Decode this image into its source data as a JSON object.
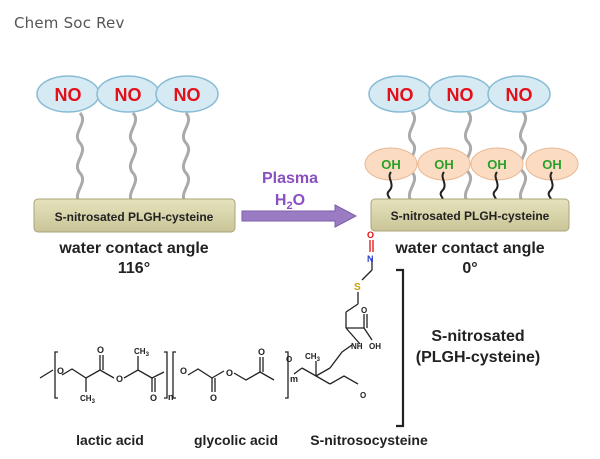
{
  "header": {
    "journal": "Chem Soc Rev"
  },
  "left_panel": {
    "no_labels": [
      "NO",
      "NO",
      "NO"
    ],
    "substrate_label": "S-nitrosated PLGH-cysteine",
    "angle_caption": "water contact angle",
    "angle_value": "116°"
  },
  "arrow": {
    "line1": "Plasma",
    "line2_main": "H",
    "line2_sub": "2",
    "line2_end": "O"
  },
  "right_panel": {
    "no_labels": [
      "NO",
      "NO",
      "NO"
    ],
    "oh_labels": [
      "OH",
      "OH",
      "OH",
      "OH"
    ],
    "substrate_label": "S-nitrosated PLGH-cysteine",
    "angle_caption": "water contact angle",
    "angle_value": "0°"
  },
  "structure": {
    "atoms": {
      "O": "O",
      "N": "N",
      "S": "S",
      "NH": "NH",
      "OH": "OH",
      "CH3": "CH",
      "sub3": "3",
      "n": "n",
      "m": "m"
    },
    "bracket_label_line1": "S-nitrosated",
    "bracket_label_line2": "(PLGH-cysteine)",
    "component_labels": [
      "lactic acid",
      "glycolic acid",
      "S-nitrosocysteine"
    ]
  },
  "colors": {
    "no_fill": "#d6eaf4",
    "no_stroke": "#88bcd4",
    "no_text": "#e3101a",
    "oh_fill": "#fbdcc2",
    "oh_text": "#2aa02a",
    "bar_fill": "#d8d4a6",
    "arrow_fill": "#9a7cc4",
    "plasma_text": "#8a4fc0",
    "nitroso_red": "#e01010"
  }
}
